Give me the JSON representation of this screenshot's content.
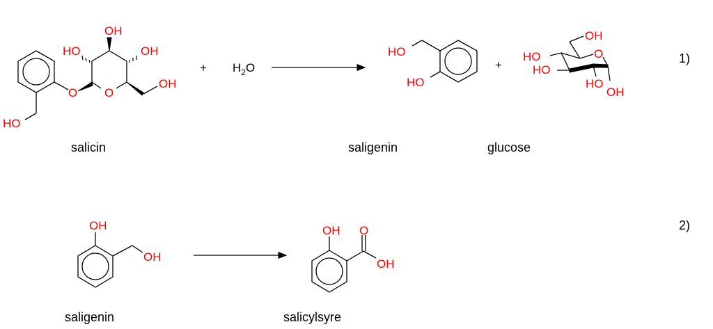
{
  "colors": {
    "heteroatom": "#ff0000",
    "bond": "#000000"
  },
  "reaction1": {
    "number": "1)",
    "plus1": "+",
    "plus2": "+",
    "water": {
      "h": "H",
      "sub": "2",
      "o": "O"
    },
    "salicin": {
      "name": "salicin",
      "labels": [
        "HO",
        "OH",
        "OH",
        "O",
        "O",
        "OH",
        "HO"
      ]
    },
    "saligenin": {
      "name": "saligenin",
      "labels": [
        "HO",
        "HO"
      ]
    },
    "glucose": {
      "name": "glucose",
      "labels": [
        "OH",
        "O",
        "HO",
        "HO",
        "HO",
        "OH"
      ]
    }
  },
  "reaction2": {
    "number": "2)",
    "saligenin": {
      "name": "saligenin",
      "labels": [
        "OH",
        "OH"
      ]
    },
    "salicylsyre": {
      "name": "salicylsyre",
      "labels": [
        "OH",
        "O",
        "OH"
      ]
    }
  }
}
